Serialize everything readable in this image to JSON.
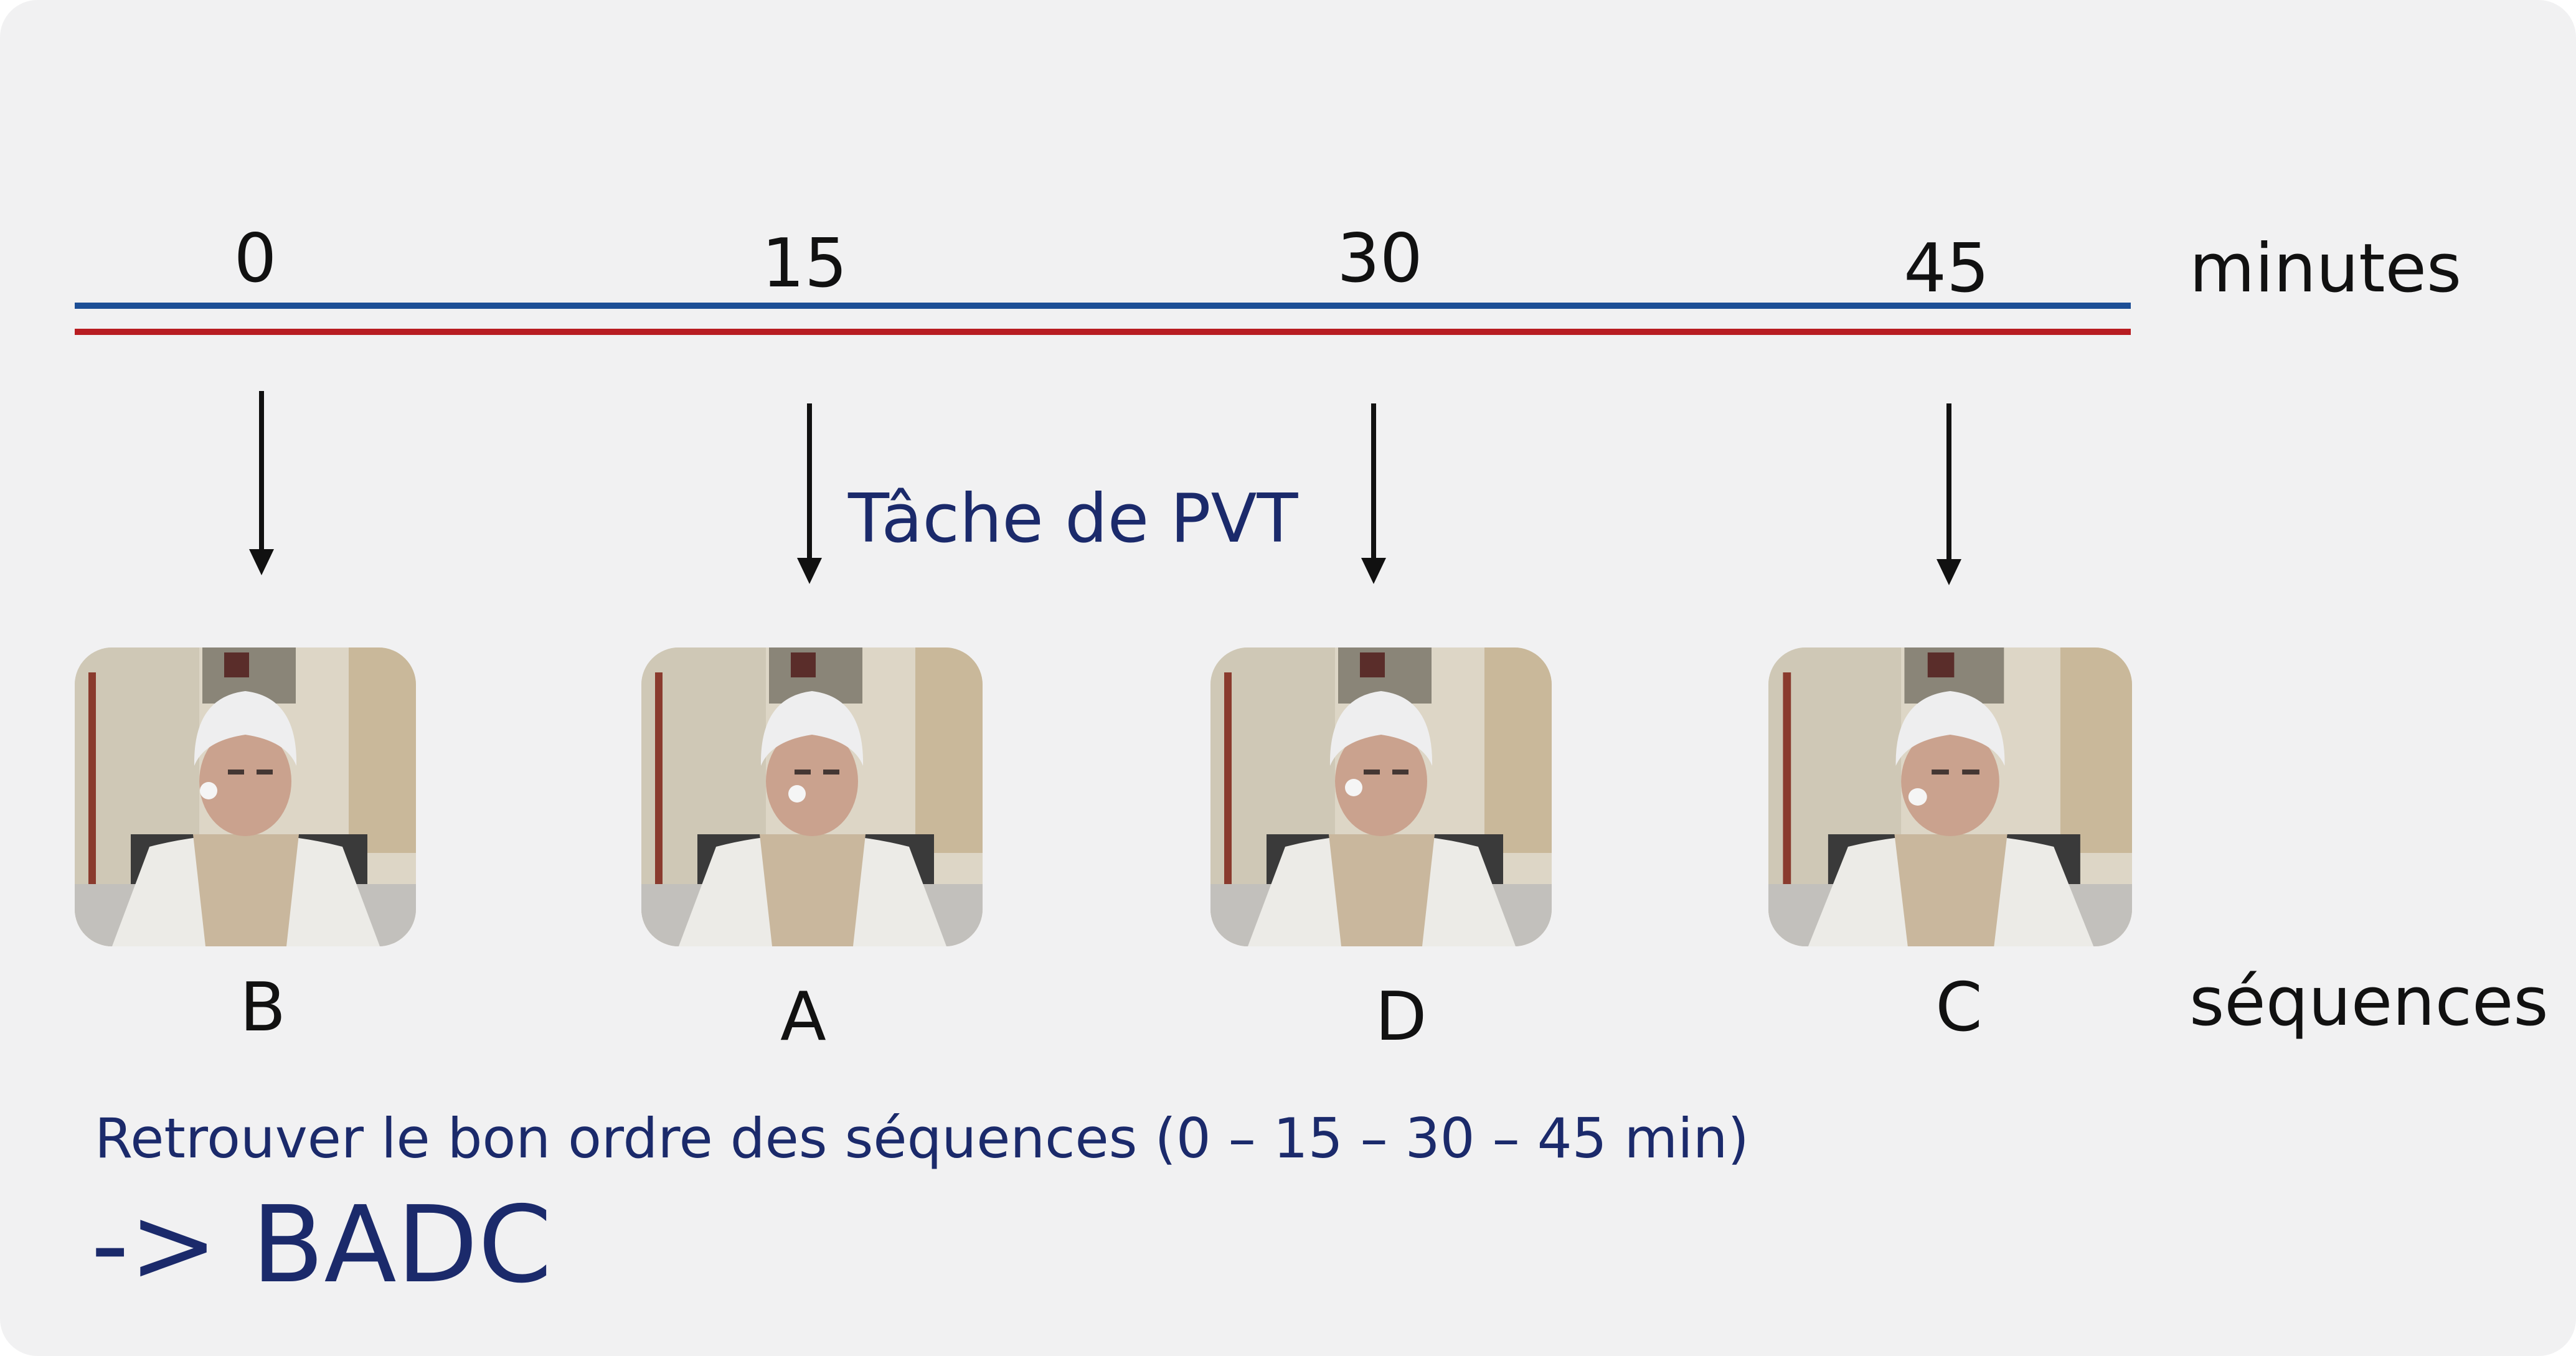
{
  "timeline": {
    "ticks": [
      "0",
      "15",
      "30",
      "45"
    ],
    "unit_label": "minutes",
    "line_colors": {
      "blue": "#1d4f96",
      "red": "#b81d22"
    }
  },
  "task_label": "Tâche de PVT",
  "sequences": {
    "letters": [
      "B",
      "A",
      "D",
      "C"
    ],
    "label": "séquences"
  },
  "caption": "Retrouver le bon ordre des séquences (0 – 15 – 30 – 45 min)",
  "answer": "-> BADC",
  "colors": {
    "text_accent": "#1b2a6b",
    "background": "#f1f1f2"
  },
  "icons": [
    "down-arrow-icon",
    "participant-photo"
  ]
}
